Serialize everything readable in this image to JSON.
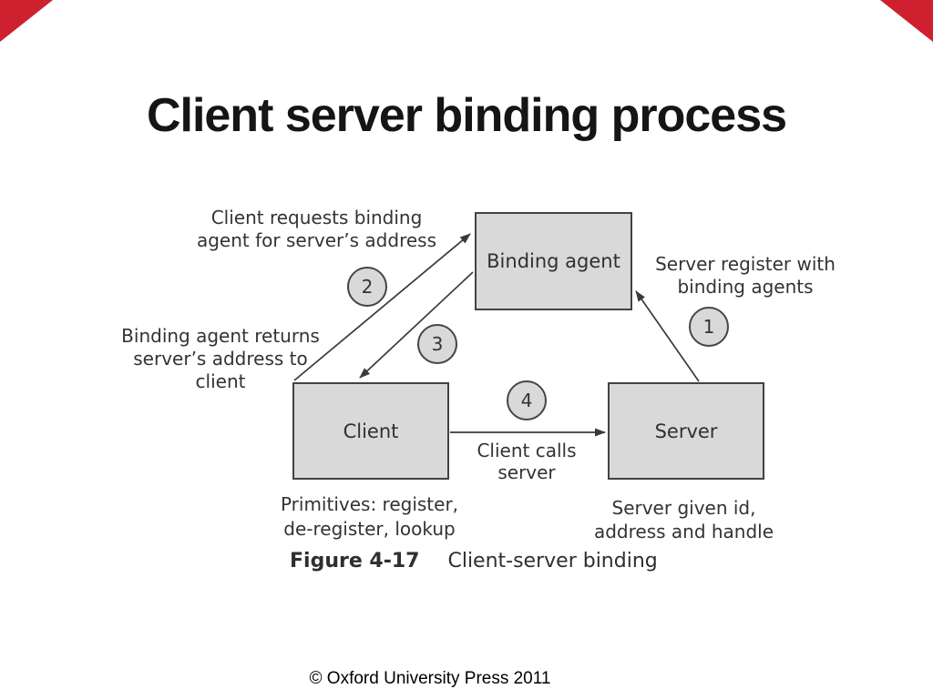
{
  "slide": {
    "title": "Client server binding process",
    "footer": "© Oxford University Press 2011"
  },
  "figure": {
    "boxes": {
      "binding_agent": "Binding agent",
      "client": "Client",
      "server": "Server"
    },
    "steps": [
      {
        "num": "1",
        "desc": "Server register with\nbinding agents"
      },
      {
        "num": "2",
        "desc": "Client requests binding\nagent for server’s address"
      },
      {
        "num": "3",
        "desc": "Binding agent returns\nserver’s address to\nclient"
      },
      {
        "num": "4",
        "desc": "Client calls\nserver"
      }
    ],
    "notes": {
      "client_primitives": "Primitives: register,\nde-register, lookup",
      "server_given": "Server given id,\naddress and handle"
    },
    "caption": {
      "label": "Figure 4-17",
      "text": "Client-server binding"
    },
    "colors": {
      "accent_red": "#cf2030",
      "box_fill": "#d9d9d9",
      "box_border": "#424242",
      "diagram_text": "#333333",
      "title_text": "#151515"
    }
  }
}
